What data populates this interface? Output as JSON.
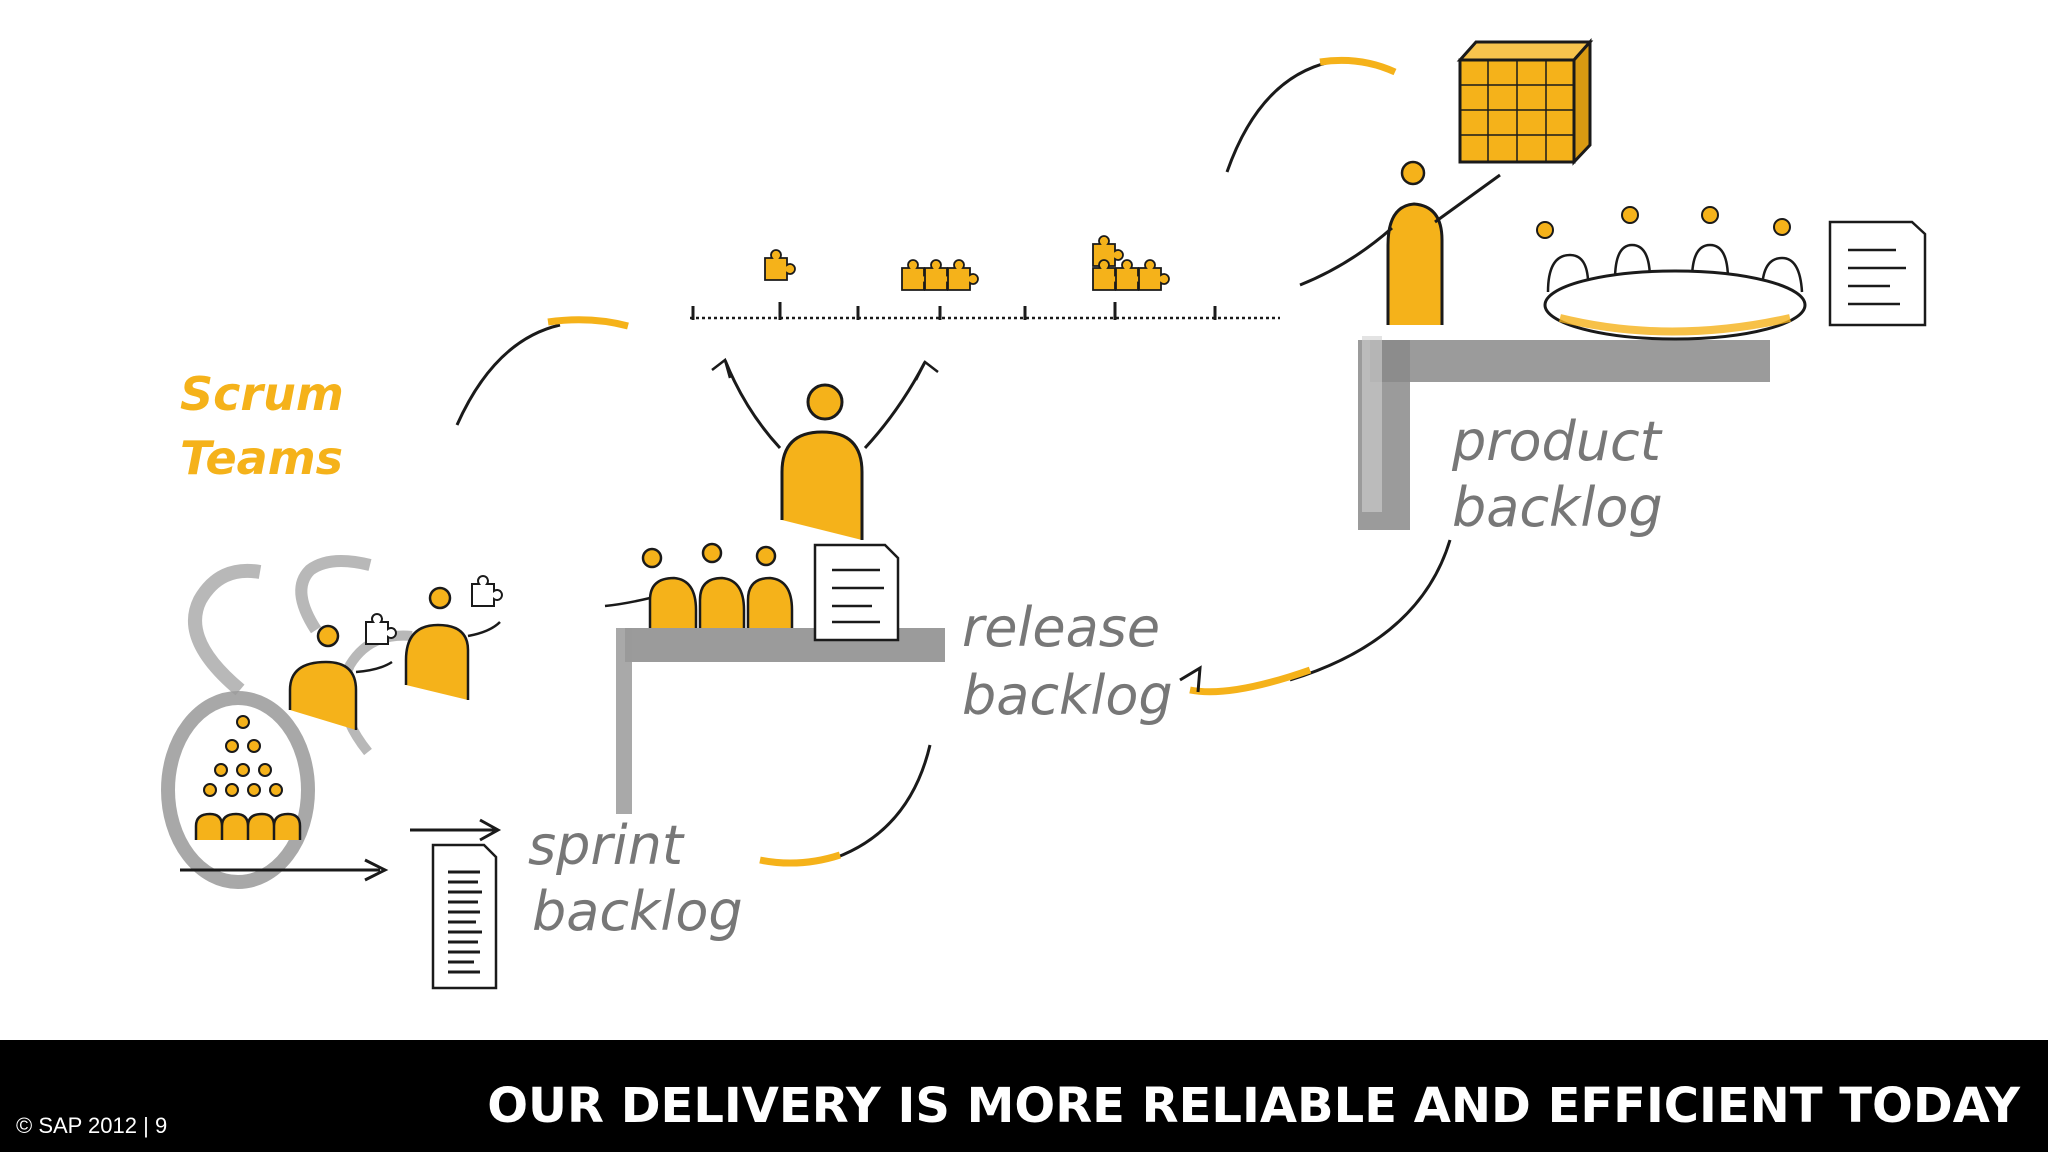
{
  "slide": {
    "label_scrum_teams_line1": "Scrum",
    "label_scrum_teams_line2": "Teams",
    "label_product_line1": "product",
    "label_product_line2": "backlog",
    "label_release_line1": "release",
    "label_release_line2": "backlog",
    "label_sprint_line1": "sprint",
    "label_sprint_line2": "backlog"
  },
  "footer": {
    "copyright": "© SAP 2012  |  9",
    "headline": "OUR DELIVERY IS MORE RELIABLE AND EFFICIENT TODAY"
  },
  "colors": {
    "accent": "#f5b21a",
    "ink": "#1a1a1a",
    "shelf": "#8a8a8a",
    "label": "#777777",
    "footer_bg": "#000000",
    "footer_text": "#ffffff"
  },
  "icons": [
    "puzzle-piece-icon",
    "person-icon",
    "document-icon",
    "cube-icon",
    "table-icon",
    "cycle-arrow-icon",
    "timeline-icon"
  ]
}
